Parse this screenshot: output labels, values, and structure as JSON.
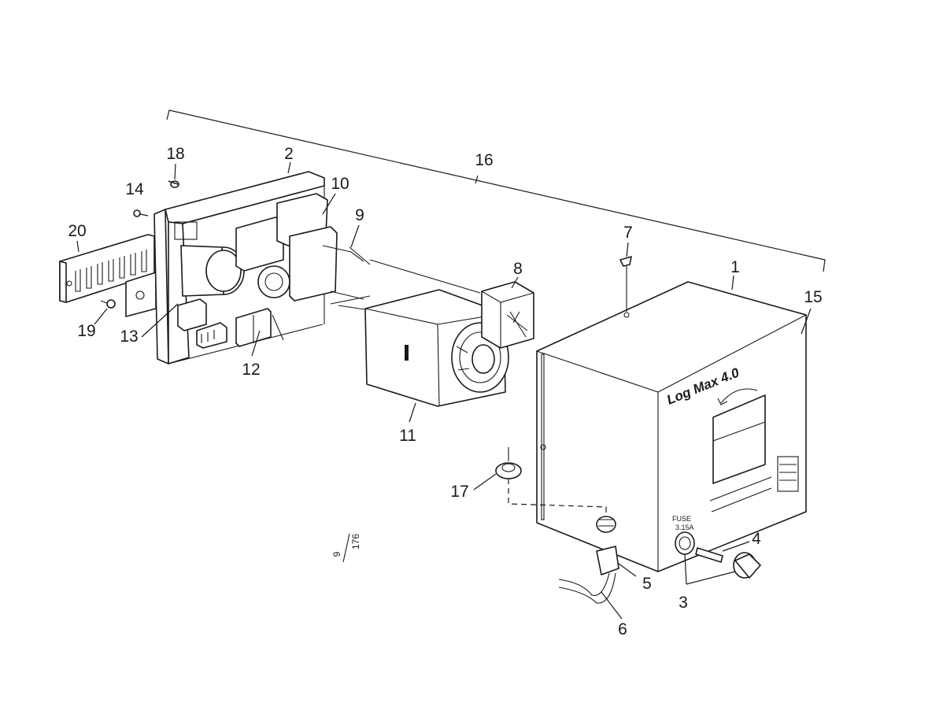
{
  "callouts": [
    "1",
    "2",
    "3",
    "4",
    "5",
    "6",
    "7",
    "8",
    "9",
    "10",
    "11",
    "12",
    "13",
    "14",
    "15",
    "16",
    "17",
    "18",
    "19",
    "20"
  ],
  "housing": {
    "brand_label": "Log Max 4.0",
    "fuse_label": "FUSE",
    "fuse_rating": "3.15A"
  },
  "page_ref": {
    "numerator": "9",
    "denominator": "176"
  },
  "colors": {
    "line": "#1a1a1a",
    "background": "#ffffff"
  }
}
